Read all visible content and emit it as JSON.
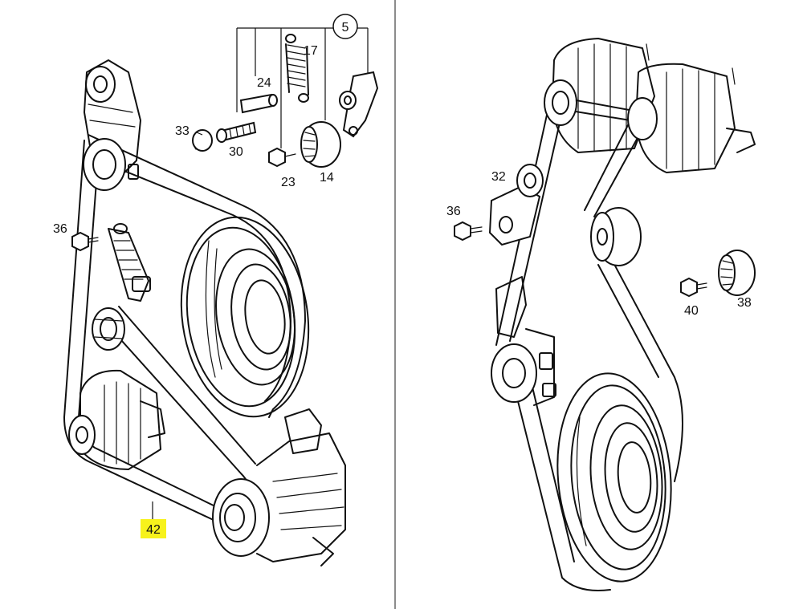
{
  "colors": {
    "line": "#111111",
    "highlight": "#f7f21c",
    "divider": "#666666"
  },
  "callouts_left": [
    {
      "id": "c5",
      "label": "5",
      "circled": true
    },
    {
      "id": "c17",
      "label": "17"
    },
    {
      "id": "c24",
      "label": "24"
    },
    {
      "id": "c33",
      "label": "33"
    },
    {
      "id": "c30",
      "label": "30"
    },
    {
      "id": "c23",
      "label": "23"
    },
    {
      "id": "c14",
      "label": "14"
    },
    {
      "id": "c36a",
      "label": "36"
    },
    {
      "id": "c42",
      "label": "42",
      "highlighted": true
    }
  ],
  "callouts_right": [
    {
      "id": "c32",
      "label": "32"
    },
    {
      "id": "c36b",
      "label": "36"
    },
    {
      "id": "c40",
      "label": "40"
    },
    {
      "id": "c38",
      "label": "38"
    }
  ]
}
